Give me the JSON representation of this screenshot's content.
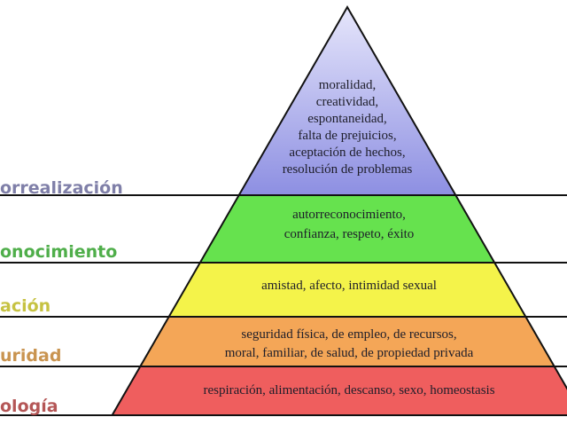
{
  "levels": [
    {
      "label": "orrealización",
      "color": "#8d8fe2",
      "label_color": "#7f7fa8",
      "lines": [
        "moralidad,",
        "creatividad,",
        "espontaneidad,",
        "falta de prejuicios,",
        "aceptación de hechos,",
        "resolución de problemas"
      ]
    },
    {
      "label": "onocimiento",
      "color": "#66e24e",
      "label_color": "#4fae4a",
      "lines": [
        "autorreconocimiento,",
        "confianza, respeto, éxito"
      ]
    },
    {
      "label": "ación",
      "color": "#f4f34a",
      "label_color": "#c6c242",
      "lines": [
        "amistad, afecto, intimidad sexual"
      ]
    },
    {
      "label": "uridad",
      "color": "#f4a657",
      "label_color": "#c99450",
      "lines": [
        "seguridad física, de empleo, de recursos,",
        "moral, familiar, de salud, de propiedad privada"
      ]
    },
    {
      "label": "ología",
      "color": "#ef5e5e",
      "label_color": "#b45656",
      "lines": [
        "respiración, alimentación, descanso, sexo, homeostasis"
      ]
    }
  ]
}
